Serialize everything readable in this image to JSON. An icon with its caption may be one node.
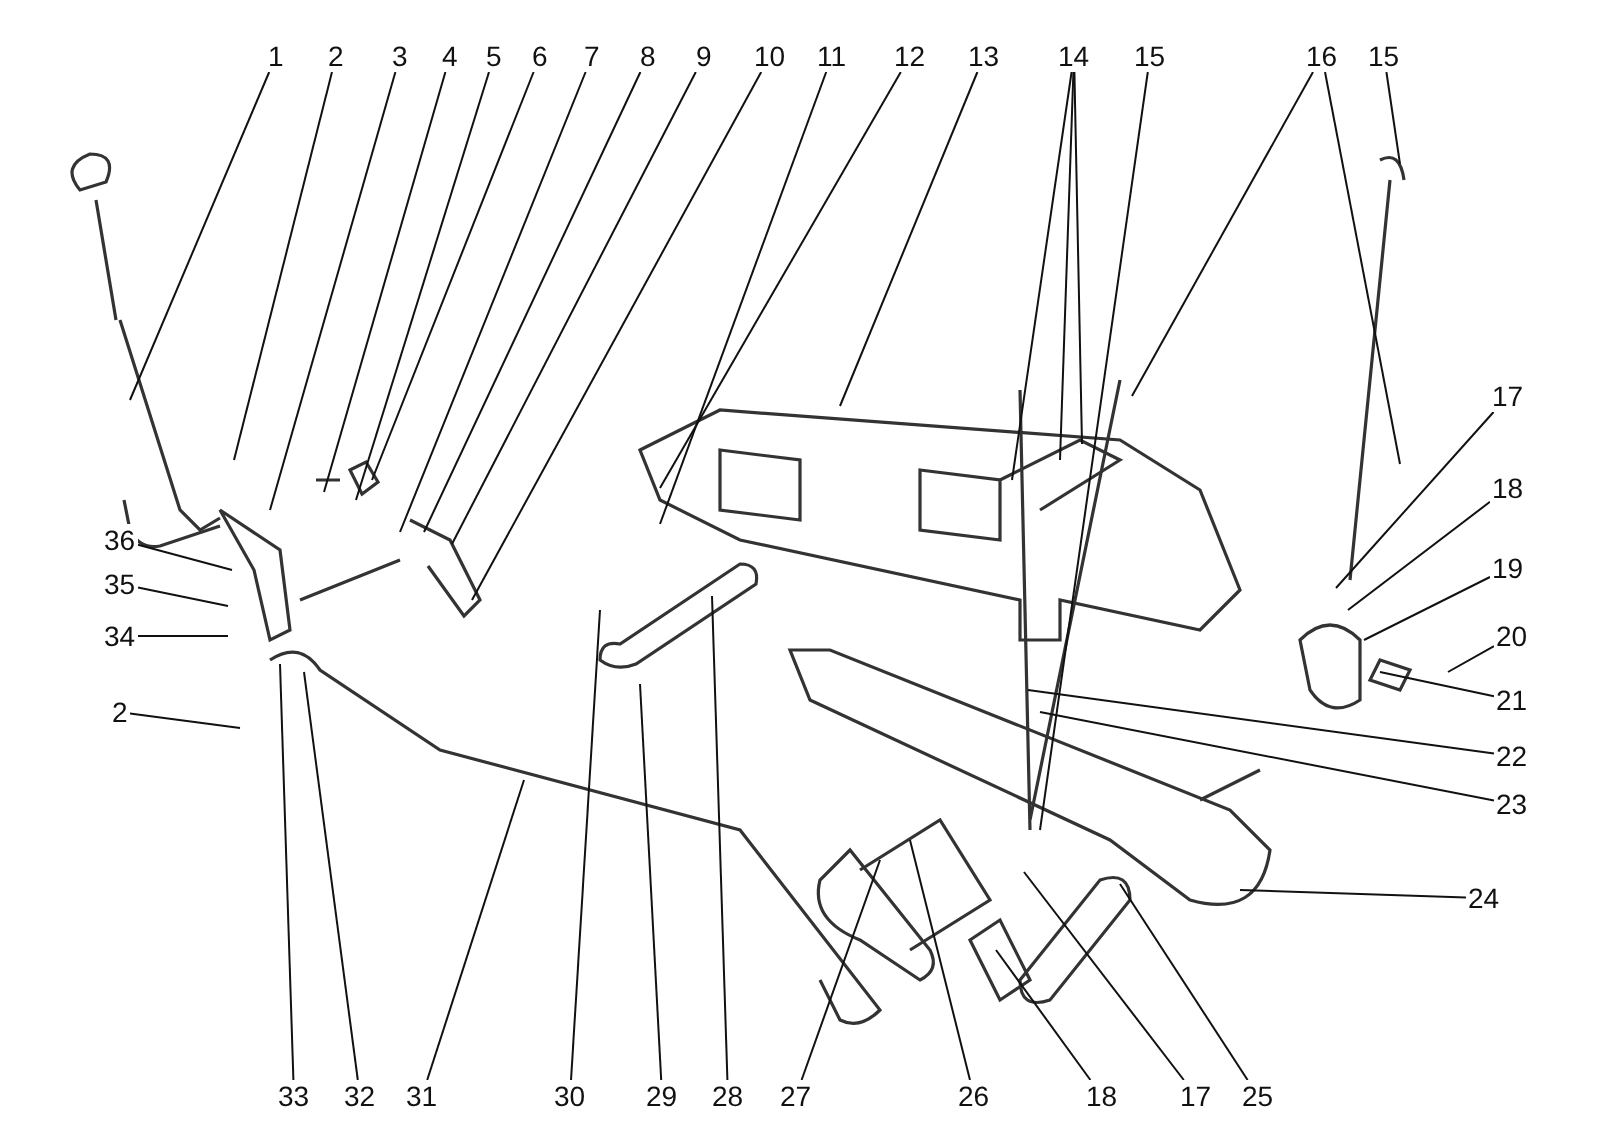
{
  "diagram": {
    "nodes": [
      {
        "text": [
          "1"
        ]
      },
      {
        "text": [
          "2"
        ]
      },
      {
        "text": [
          "3"
        ]
      },
      {
        "text": [
          "4"
        ]
      },
      {
        "text": [
          "5"
        ]
      },
      {
        "text": [
          "6"
        ]
      },
      {
        "text": [
          "7"
        ]
      },
      {
        "text": [
          "8"
        ]
      },
      {
        "text": [
          "9"
        ]
      },
      {
        "text": [
          "10"
        ]
      },
      {
        "text": [
          "11"
        ]
      },
      {
        "text": [
          "12"
        ]
      },
      {
        "text": [
          "13"
        ]
      },
      {
        "text": [
          "14"
        ]
      },
      {
        "text": [
          "15"
        ]
      },
      {
        "text": [
          "16"
        ]
      },
      {
        "text": [
          "15"
        ]
      },
      {
        "text": [
          "17"
        ]
      },
      {
        "text": [
          "18"
        ]
      },
      {
        "text": [
          "19"
        ]
      },
      {
        "text": [
          "20"
        ]
      },
      {
        "text": [
          "21"
        ]
      },
      {
        "text": [
          "22"
        ]
      },
      {
        "text": [
          "23"
        ]
      },
      {
        "text": [
          "24"
        ]
      },
      {
        "text": [
          "36"
        ]
      },
      {
        "text": [
          "35"
        ]
      },
      {
        "text": [
          "34"
        ]
      },
      {
        "text": [
          "2"
        ]
      },
      {
        "text": [
          "33"
        ]
      },
      {
        "text": [
          "32"
        ]
      },
      {
        "text": [
          "31"
        ]
      },
      {
        "text": [
          "30"
        ]
      },
      {
        "text": [
          "29"
        ]
      },
      {
        "text": [
          "28"
        ]
      },
      {
        "text": [
          "27"
        ]
      },
      {
        "text": [
          "26"
        ]
      },
      {
        "text": [
          "18"
        ]
      },
      {
        "text": [
          "17"
        ]
      },
      {
        "text": [
          "25"
        ]
      }
    ],
    "edges": [
      {
        "from": 0,
        "to": null,
        "arrow": "none"
      },
      {
        "from": 1,
        "to": null,
        "arrow": "none"
      },
      {
        "from": 2,
        "to": null,
        "arrow": "none"
      },
      {
        "from": 3,
        "to": null,
        "arrow": "none"
      },
      {
        "from": 4,
        "to": null,
        "arrow": "none"
      },
      {
        "from": 5,
        "to": null,
        "arrow": "none"
      },
      {
        "from": 6,
        "to": null,
        "arrow": "none"
      },
      {
        "from": 7,
        "to": null,
        "arrow": "none"
      },
      {
        "from": 8,
        "to": null,
        "arrow": "none"
      },
      {
        "from": 9,
        "to": null,
        "arrow": "none"
      },
      {
        "from": 10,
        "to": null,
        "arrow": "none"
      },
      {
        "from": 11,
        "to": null,
        "arrow": "none"
      },
      {
        "from": 12,
        "to": null,
        "arrow": "none"
      },
      {
        "from": 13,
        "to": null,
        "arrow": "none"
      },
      {
        "from": 13,
        "to": null,
        "arrow": "none"
      },
      {
        "from": 13,
        "to": null,
        "arrow": "none"
      },
      {
        "from": 14,
        "to": null,
        "arrow": "none"
      },
      {
        "from": 15,
        "to": null,
        "arrow": "none"
      },
      {
        "from": 15,
        "to": null,
        "arrow": "none"
      },
      {
        "from": 16,
        "to": null,
        "arrow": "none"
      },
      {
        "from": 17,
        "to": null,
        "arrow": "none"
      },
      {
        "from": 18,
        "to": null,
        "arrow": "none"
      },
      {
        "from": 19,
        "to": null,
        "arrow": "none"
      },
      {
        "from": 20,
        "to": null,
        "arrow": "none"
      },
      {
        "from": 21,
        "to": null,
        "arrow": "none"
      },
      {
        "from": 22,
        "to": null,
        "arrow": "none"
      },
      {
        "from": 23,
        "to": null,
        "arrow": "none"
      },
      {
        "from": 24,
        "to": null,
        "arrow": "none"
      },
      {
        "from": 25,
        "to": null,
        "arrow": "none"
      },
      {
        "from": 26,
        "to": null,
        "arrow": "none"
      },
      {
        "from": 27,
        "to": null,
        "arrow": "none"
      },
      {
        "from": 28,
        "to": null,
        "arrow": "none"
      },
      {
        "from": 29,
        "to": null,
        "arrow": "none"
      },
      {
        "from": 30,
        "to": null,
        "arrow": "none"
      },
      {
        "from": 31,
        "to": null,
        "arrow": "none"
      },
      {
        "from": 32,
        "to": null,
        "arrow": "none"
      },
      {
        "from": 33,
        "to": null,
        "arrow": "none"
      },
      {
        "from": 34,
        "to": null,
        "arrow": "none"
      },
      {
        "from": 35,
        "to": null,
        "arrow": "none"
      },
      {
        "from": 36,
        "to": null,
        "arrow": "none"
      },
      {
        "from": 37,
        "to": null,
        "arrow": "none"
      },
      {
        "from": 38,
        "to": null,
        "arrow": "none"
      },
      {
        "from": 39,
        "to": null,
        "arrow": "none"
      }
    ]
  }
}
